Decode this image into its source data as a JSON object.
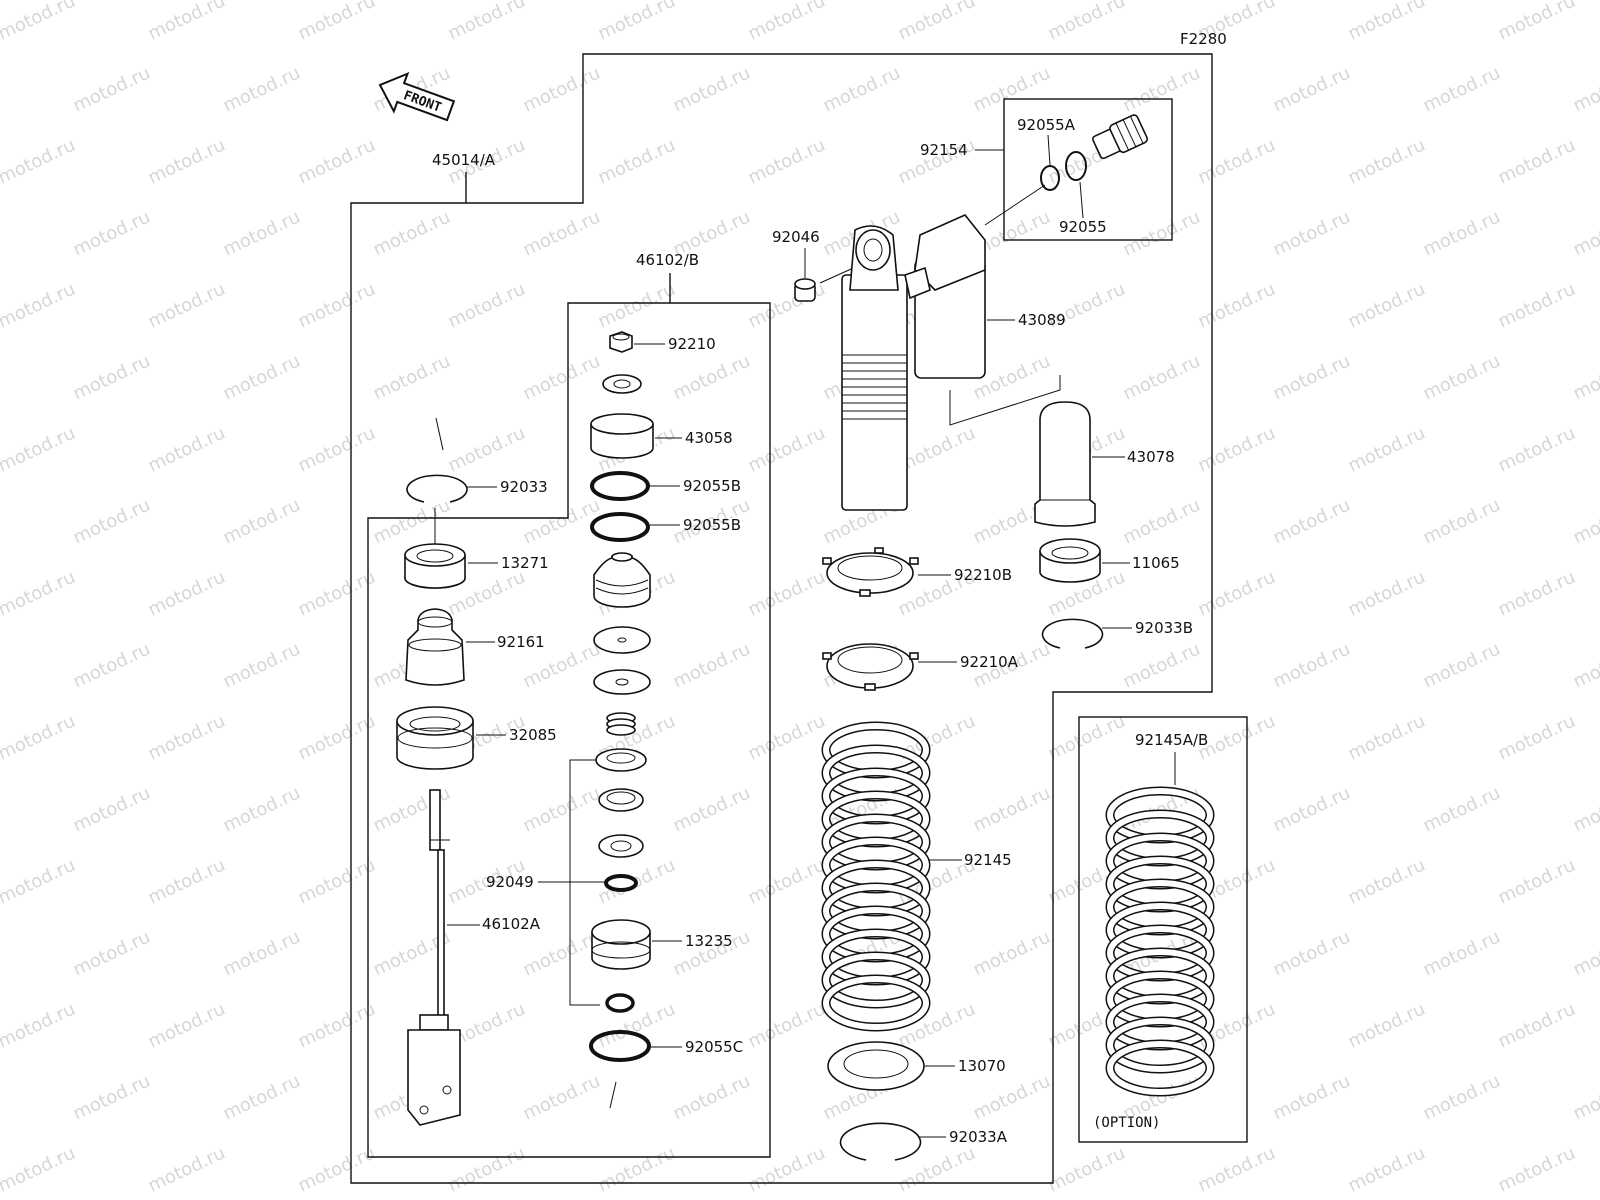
{
  "diagram_code": "F2280",
  "front_label": "FRONT",
  "watermark": "motod.ru",
  "labels": {
    "assembly": "45014/A",
    "damper_assy": "46102/B",
    "p92210": "92210",
    "p43058": "43058",
    "p92055B_1": "92055B",
    "p92055B_2": "92055B",
    "p92033": "92033",
    "p13271": "13271",
    "p92161": "92161",
    "p32085": "32085",
    "p46102A": "46102A",
    "p92049": "92049",
    "p13235": "13235",
    "p92055C": "92055C",
    "p92046": "92046",
    "p92154": "92154",
    "p92055A": "92055A",
    "p92055": "92055",
    "p43089": "43089",
    "p43078": "43078",
    "p92210B": "92210B",
    "p11065": "11065",
    "p92210A": "92210A",
    "p92033B": "92033B",
    "p92145": "92145",
    "p13070": "13070",
    "p92033A": "92033A",
    "p92145AB": "92145A/B",
    "option": "(OPTION)"
  }
}
